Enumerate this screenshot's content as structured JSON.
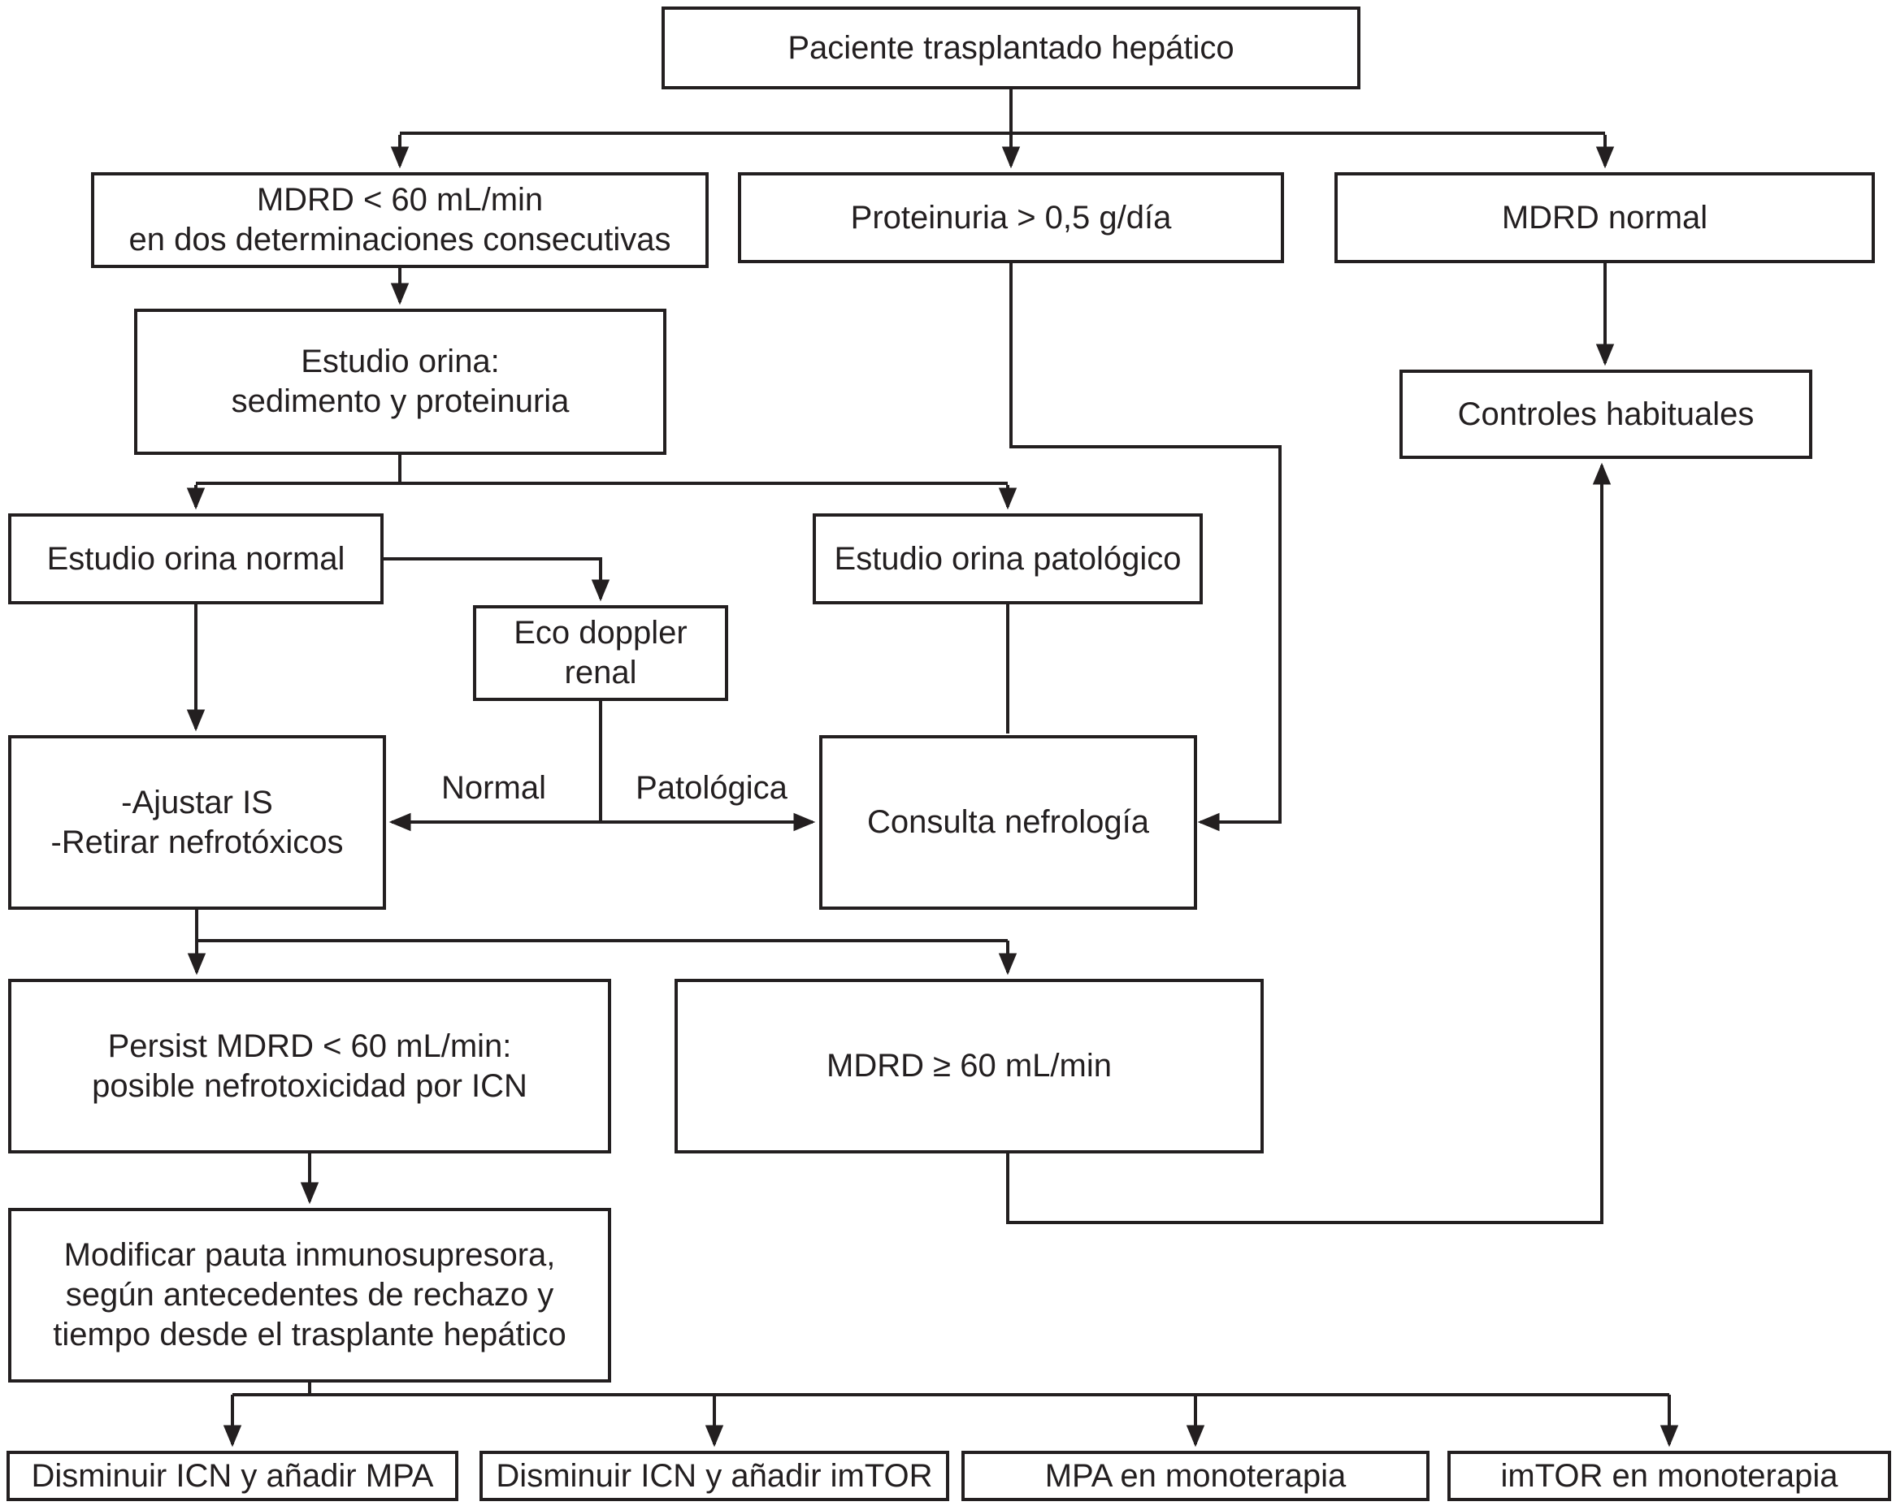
{
  "flowchart": {
    "nodes": {
      "paciente": {
        "label": "Paciente trasplantado hepático"
      },
      "mdrd_menor_60": {
        "label": "MDRD < 60 mL/min\nen dos determinaciones consecutivas"
      },
      "proteinuria": {
        "label": "Proteinuria > 0,5 g/día"
      },
      "mdrd_normal": {
        "label": "MDRD normal"
      },
      "controles": {
        "label": "Controles habituales"
      },
      "estudio_orina": {
        "label": "Estudio orina:\nsedimento y proteinuria"
      },
      "orina_normal": {
        "label": "Estudio orina normal"
      },
      "orina_patologico": {
        "label": "Estudio orina patológico"
      },
      "eco_doppler": {
        "label": "Eco doppler\nrenal"
      },
      "ajustar": {
        "label": "-Ajustar IS\n-Retirar nefrotóxicos"
      },
      "consulta": {
        "label": "Consulta nefrología"
      },
      "persist": {
        "label": "Persist MDRD < 60 mL/min:\nposible nefrotoxicidad por ICN"
      },
      "mdrd_mayor_60": {
        "label": "MDRD ≥ 60 mL/min"
      },
      "modificar": {
        "label": "Modificar pauta inmunosupresora,\nsegún antecedentes de rechazo y\ntiempo desde el trasplante hepático"
      },
      "disminuir_mpa": {
        "label": "Disminuir ICN y añadir MPA"
      },
      "disminuir_imtor": {
        "label": "Disminuir ICN y añadir imTOR"
      },
      "mpa_monoterapia": {
        "label": "MPA en monoterapia"
      },
      "imtor_monoterapia": {
        "label": "imTOR en monoterapia"
      }
    },
    "edge_labels": {
      "normal": "Normal",
      "patologica": "Patológica"
    },
    "colors": {
      "line": "#231f20",
      "background": "#ffffff",
      "box_fill": "#ffffff"
    }
  }
}
